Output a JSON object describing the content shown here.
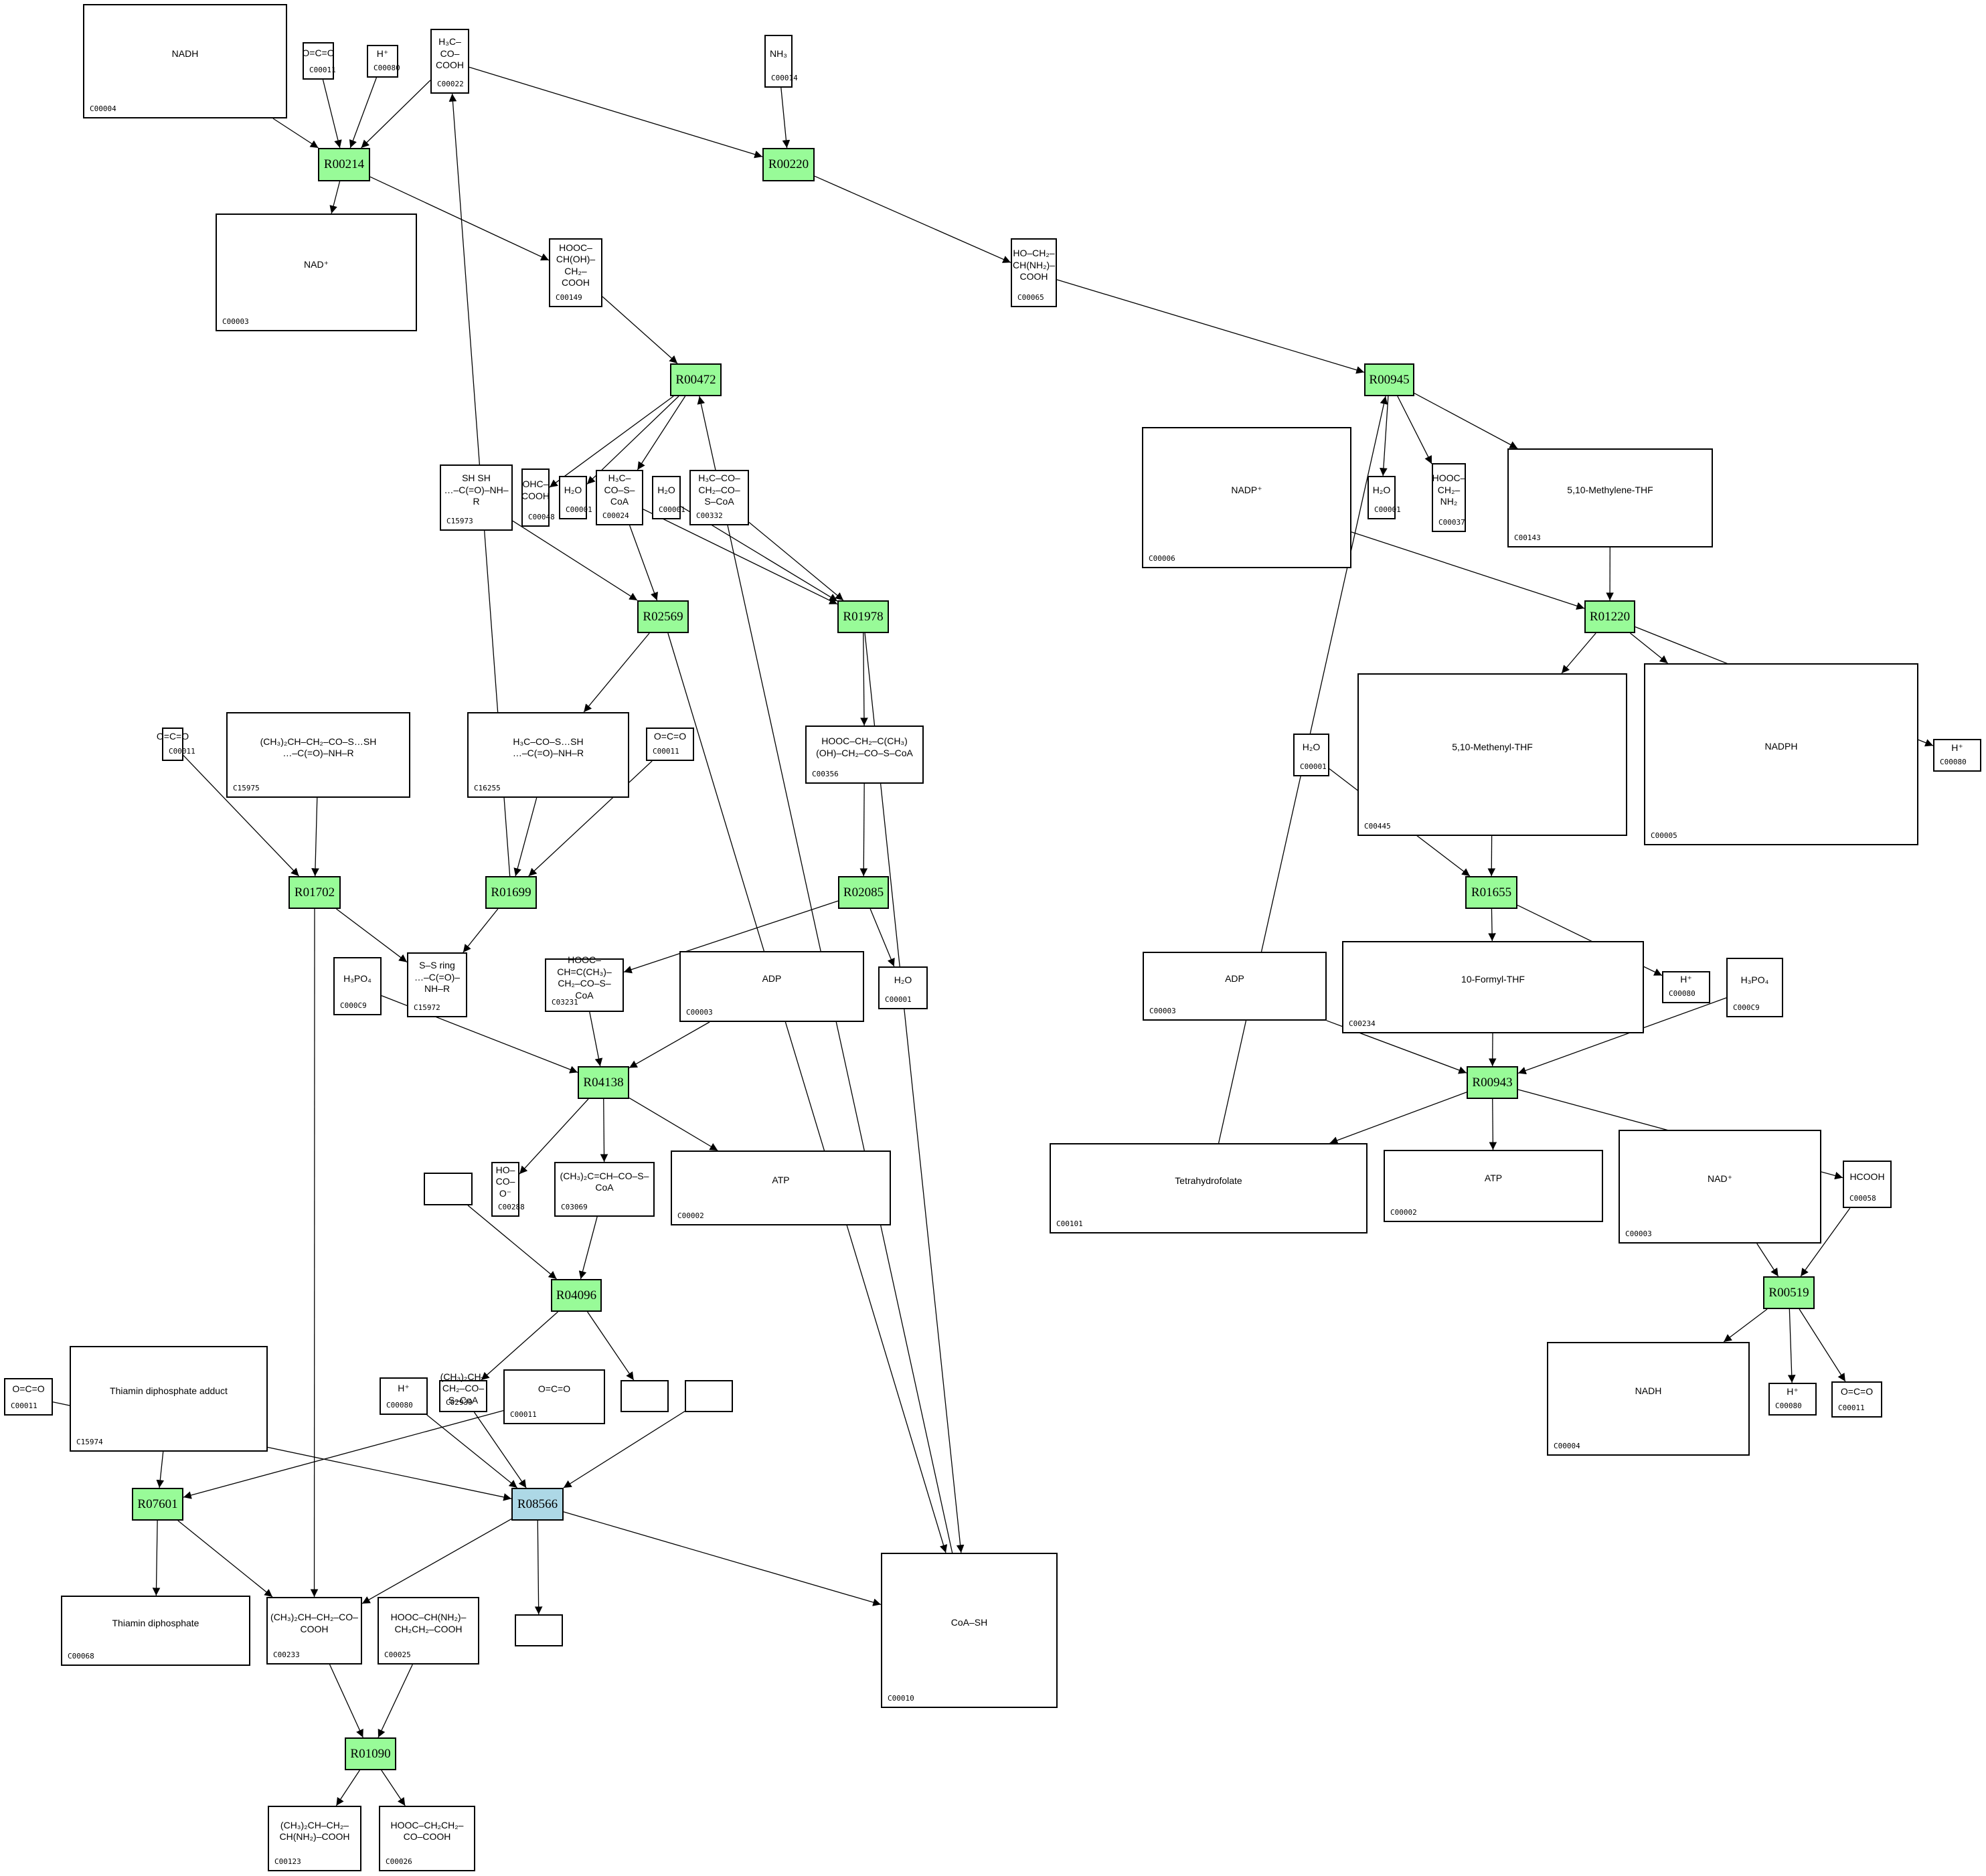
{
  "title": "Metabolic pathway network",
  "colors": {
    "reaction": "#98fb98",
    "reaction_highlight": "#add8e6",
    "edge": "#000000"
  },
  "reactions": [
    {
      "id": "R00214",
      "label": "R00214"
    },
    {
      "id": "R00220",
      "label": "R00220"
    },
    {
      "id": "R00472",
      "label": "R00472"
    },
    {
      "id": "R00945",
      "label": "R00945"
    },
    {
      "id": "R02569",
      "label": "R02569"
    },
    {
      "id": "R01978",
      "label": "R01978"
    },
    {
      "id": "R01220",
      "label": "R01220"
    },
    {
      "id": "R01702",
      "label": "R01702"
    },
    {
      "id": "R01699",
      "label": "R01699"
    },
    {
      "id": "R02085",
      "label": "R02085"
    },
    {
      "id": "R01655",
      "label": "R01655"
    },
    {
      "id": "R04138",
      "label": "R04138"
    },
    {
      "id": "R00943",
      "label": "R00943"
    },
    {
      "id": "R04096",
      "label": "R04096"
    },
    {
      "id": "R00519",
      "label": "R00519"
    },
    {
      "id": "R07601",
      "label": "R07601"
    },
    {
      "id": "R08566",
      "label": "R08566",
      "highlighted": true
    },
    {
      "id": "R01090",
      "label": "R01090"
    }
  ],
  "compounds": [
    {
      "key": "c00004_a",
      "id": "C00004",
      "structure": "NADH"
    },
    {
      "key": "c00011_a",
      "id": "C00011",
      "structure": "O=C=O"
    },
    {
      "key": "c00080_a",
      "id": "C00080",
      "structure": "H⁺"
    },
    {
      "key": "c00022",
      "id": "C00022",
      "structure": "H₃C–CO–COOH"
    },
    {
      "key": "c00014",
      "id": "C00014",
      "structure": "NH₃"
    },
    {
      "key": "c00003_a",
      "id": "C00003",
      "structure": "NAD⁺"
    },
    {
      "key": "c00149",
      "id": "C00149",
      "structure": "HOOC–CH(OH)–CH₂–COOH"
    },
    {
      "key": "c00065",
      "id": "C00065",
      "structure": "HO–CH₂–CH(NH₂)–COOH"
    },
    {
      "key": "c15973",
      "id": "C15973",
      "structure": "SH  SH\n…–C(=O)–NH–R"
    },
    {
      "key": "c00048",
      "id": "C00048",
      "structure": "OHC–COOH"
    },
    {
      "key": "c00001_a",
      "id": "C00001",
      "structure": "H₂O"
    },
    {
      "key": "c00024",
      "id": "C00024",
      "structure": "H₃C–CO–S–CoA"
    },
    {
      "key": "c00001_b",
      "id": "C00001",
      "structure": "H₂O"
    },
    {
      "key": "c00332",
      "id": "C00332",
      "structure": "H₃C–CO–CH₂–CO–S–CoA"
    },
    {
      "key": "c00006",
      "id": "C00006",
      "structure": "NADP⁺"
    },
    {
      "key": "c00001_c",
      "id": "C00001",
      "structure": "H₂O"
    },
    {
      "key": "c00037",
      "id": "C00037",
      "structure": "HOOC–CH₂–NH₂"
    },
    {
      "key": "c00143",
      "id": "C00143",
      "structure": "5,10-Methylene-THF"
    },
    {
      "key": "c00011_b",
      "id": "C00011",
      "structure": "O=C=O"
    },
    {
      "key": "c15975",
      "id": "C15975",
      "structure": "(CH₃)₂CH–CH₂–CO–S…SH\n…–C(=O)–NH–R"
    },
    {
      "key": "c16255",
      "id": "C16255",
      "structure": "H₃C–CO–S…SH\n…–C(=O)–NH–R"
    },
    {
      "key": "c00011_c",
      "id": "C00011",
      "structure": "O=C=O"
    },
    {
      "key": "c00356",
      "id": "C00356",
      "structure": "HOOC–CH₂–C(CH₃)(OH)–CH₂–CO–S–CoA"
    },
    {
      "key": "c00445",
      "id": "C00445",
      "structure": "5,10-Methenyl-THF"
    },
    {
      "key": "c00005",
      "id": "C00005",
      "structure": "NADPH"
    },
    {
      "key": "c00080_b",
      "id": "C00080",
      "structure": "H⁺"
    },
    {
      "key": "c00001_d",
      "id": "C00001",
      "structure": "H₂O"
    },
    {
      "key": "c00009_a",
      "id": "C00009",
      "label_shown": "C000C9",
      "structure": "H₃PO₄"
    },
    {
      "key": "c15972",
      "id": "C15972",
      "structure": "S–S ring\n…–C(=O)–NH–R"
    },
    {
      "key": "c03231",
      "id": "C03231",
      "structure": "HOOC–CH=C(CH₃)–CH₂–CO–S–CoA"
    },
    {
      "key": "c00008_a",
      "id": "C00003",
      "structure": "ADP"
    },
    {
      "key": "c00001_e",
      "id": "C00001",
      "structure": "H₂O"
    },
    {
      "key": "c00003_b",
      "id": "C00003",
      "structure": "ADP"
    },
    {
      "key": "c00234",
      "id": "C00234",
      "structure": "10-Formyl-THF"
    },
    {
      "key": "c00080_c",
      "id": "C00080",
      "structure": "H⁺"
    },
    {
      "key": "c00009_b",
      "id": "C00009",
      "label_shown": "C000C9",
      "structure": "H₃PO₄"
    },
    {
      "key": "empty_a",
      "id": "",
      "structure": ""
    },
    {
      "key": "c00288",
      "id": "C00288",
      "structure": "HO–CO–O⁻"
    },
    {
      "key": "c03069",
      "id": "C03069",
      "structure": "(CH₃)₂C=CH–CO–S–CoA"
    },
    {
      "key": "c00002_a",
      "id": "C00002",
      "structure": "ATP"
    },
    {
      "key": "c00101",
      "id": "C00101",
      "structure": "Tetrahydrofolate"
    },
    {
      "key": "c00002_b",
      "id": "C00002",
      "structure": "ATP"
    },
    {
      "key": "c00003_c",
      "id": "C00003",
      "structure": "NAD⁺"
    },
    {
      "key": "c00058",
      "id": "C00058",
      "structure": "HCOOH"
    },
    {
      "key": "c00011_d",
      "id": "C00011",
      "structure": "O=C=O"
    },
    {
      "key": "c15974",
      "id": "C15974",
      "structure": "Thiamin diphosphate adduct"
    },
    {
      "key": "c00011_e",
      "id": "C00011",
      "structure": "O=C=O"
    },
    {
      "key": "c00080_d",
      "id": "C00080",
      "structure": "H⁺"
    },
    {
      "key": "c02939",
      "id": "C02939",
      "structure": "(CH₃)₂CH–CH₂–CO–S–CoA"
    },
    {
      "key": "empty_b",
      "id": "",
      "structure": ""
    },
    {
      "key": "empty_c",
      "id": "",
      "structure": ""
    },
    {
      "key": "c00004_b",
      "id": "C00004",
      "structure": "NADH"
    },
    {
      "key": "c00080_e",
      "id": "C00080",
      "structure": "H⁺"
    },
    {
      "key": "c00011_f",
      "id": "C00011",
      "structure": "O=C=O"
    },
    {
      "key": "c00068",
      "id": "C00068",
      "structure": "Thiamin diphosphate"
    },
    {
      "key": "c00233",
      "id": "C00233",
      "structure": "(CH₃)₂CH–CH₂–CO–COOH"
    },
    {
      "key": "c00025",
      "id": "C00025",
      "structure": "HOOC–CH(NH₂)–CH₂CH₂–COOH"
    },
    {
      "key": "empty_d",
      "id": "",
      "structure": ""
    },
    {
      "key": "c00010",
      "id": "C00010",
      "structure": "CoA–SH"
    },
    {
      "key": "c00123",
      "id": "C00123",
      "structure": "(CH₃)₂CH–CH₂–CH(NH₂)–COOH"
    },
    {
      "key": "c00026",
      "id": "C00026",
      "structure": "HOOC–CH₂CH₂–CO–COOH"
    }
  ],
  "edges": [
    [
      "c00004_a",
      "R00214"
    ],
    [
      "c00011_a",
      "R00214"
    ],
    [
      "c00080_a",
      "R00214"
    ],
    [
      "c00022",
      "R00214"
    ],
    [
      "R00214",
      "c00003_a"
    ],
    [
      "R00214",
      "c00149"
    ],
    [
      "c00022",
      "R00220"
    ],
    [
      "c00014",
      "R00220"
    ],
    [
      "R00220",
      "c00065"
    ],
    [
      "c00149",
      "R00472"
    ],
    [
      "c00010",
      "R00472"
    ],
    [
      "R00472",
      "c00048"
    ],
    [
      "R00472",
      "c00001_a"
    ],
    [
      "R00472",
      "c00024"
    ],
    [
      "c15973",
      "R02569"
    ],
    [
      "c00024",
      "R02569"
    ],
    [
      "R02569",
      "c16255"
    ],
    [
      "R02569",
      "c00010"
    ],
    [
      "c00024",
      "R01978"
    ],
    [
      "c00001_b",
      "R01978"
    ],
    [
      "c00332",
      "R01978"
    ],
    [
      "R01978",
      "c00356"
    ],
    [
      "R01978",
      "c00010"
    ],
    [
      "c00065",
      "R00945"
    ],
    [
      "c00101",
      "R00945"
    ],
    [
      "R00945",
      "c00001_c"
    ],
    [
      "R00945",
      "c00037"
    ],
    [
      "R00945",
      "c00143"
    ],
    [
      "c00143",
      "R01220"
    ],
    [
      "c00006",
      "R01220"
    ],
    [
      "R01220",
      "c00445"
    ],
    [
      "R01220",
      "c00005"
    ],
    [
      "R01220",
      "c00080_b"
    ],
    [
      "c00011_b",
      "R01702"
    ],
    [
      "c15975",
      "R01702"
    ],
    [
      "R01702",
      "c15972"
    ],
    [
      "R01702",
      "c00233"
    ],
    [
      "c16255",
      "R01699"
    ],
    [
      "c00011_c",
      "R01699"
    ],
    [
      "R01699",
      "c15972"
    ],
    [
      "R01699",
      "c00022"
    ],
    [
      "c00356",
      "R02085"
    ],
    [
      "R02085",
      "c03231"
    ],
    [
      "R02085",
      "c00001_e"
    ],
    [
      "c00001_d",
      "R01655"
    ],
    [
      "c00445",
      "R01655"
    ],
    [
      "R01655",
      "c00234"
    ],
    [
      "R01655",
      "c00080_c"
    ],
    [
      "c00009_a",
      "R04138"
    ],
    [
      "c03231",
      "R04138"
    ],
    [
      "c00008_a",
      "R04138"
    ],
    [
      "R04138",
      "c00288"
    ],
    [
      "R04138",
      "c03069"
    ],
    [
      "R04138",
      "c00002_a"
    ],
    [
      "c00003_b",
      "R00943"
    ],
    [
      "c00234",
      "R00943"
    ],
    [
      "c00009_b",
      "R00943"
    ],
    [
      "R00943",
      "c00101"
    ],
    [
      "R00943",
      "c00002_b"
    ],
    [
      "R00943",
      "c00058"
    ],
    [
      "empty_a",
      "R04096"
    ],
    [
      "c03069",
      "R04096"
    ],
    [
      "R04096",
      "c02939"
    ],
    [
      "R04096",
      "empty_b"
    ],
    [
      "c00003_c",
      "R00519"
    ],
    [
      "c00058",
      "R00519"
    ],
    [
      "R00519",
      "c00004_b"
    ],
    [
      "R00519",
      "c00080_e"
    ],
    [
      "R00519",
      "c00011_d"
    ],
    [
      "c00011_f",
      "R07601"
    ],
    [
      "c15974",
      "R07601"
    ],
    [
      "R07601",
      "c00068"
    ],
    [
      "R07601",
      "c00233"
    ],
    [
      "c00011_e",
      "R08566"
    ],
    [
      "c00080_d",
      "R08566"
    ],
    [
      "c02939",
      "R08566"
    ],
    [
      "empty_c",
      "R08566"
    ],
    [
      "R08566",
      "c00233"
    ],
    [
      "R08566",
      "empty_d"
    ],
    [
      "R08566",
      "c00010"
    ],
    [
      "c00233",
      "R01090"
    ],
    [
      "c00025",
      "R01090"
    ],
    [
      "R01090",
      "c00123"
    ],
    [
      "R01090",
      "c00026"
    ]
  ]
}
